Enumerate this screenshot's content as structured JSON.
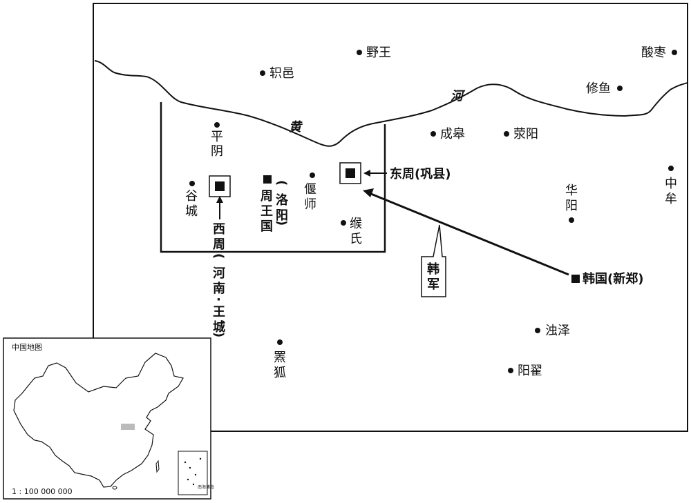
{
  "map": {
    "river_name_1": "黄",
    "river_name_2": "河",
    "places": {
      "yewang": "野王",
      "suanzao": "酸枣",
      "zhiyi": "轵邑",
      "xiuyu": "修鱼",
      "pingyin": "平阴",
      "chenggao": "成皋",
      "xingyang": "荥阳",
      "zhongmou": "中牟",
      "guchengN": "谷城",
      "yanshi": "偃师",
      "huayang": "华阳",
      "goushi": "缑氏",
      "zhuoze": "浊泽",
      "yangzhai": "阳翟",
      "gouhu": "罴狐"
    },
    "xizhou": "西周",
    "xizhou_note": "(河南 · 王城)",
    "zhou_kingdom": "周王国",
    "zhou_kingdom_note": "(洛阳)",
    "dongzhou": "东周(巩县)",
    "han_state": "韩国(新郑)",
    "han_army": "韩军"
  },
  "inset": {
    "title": "中国地图",
    "scale": "1 : 100 000 000",
    "south_sea_label": "南海诸岛"
  }
}
